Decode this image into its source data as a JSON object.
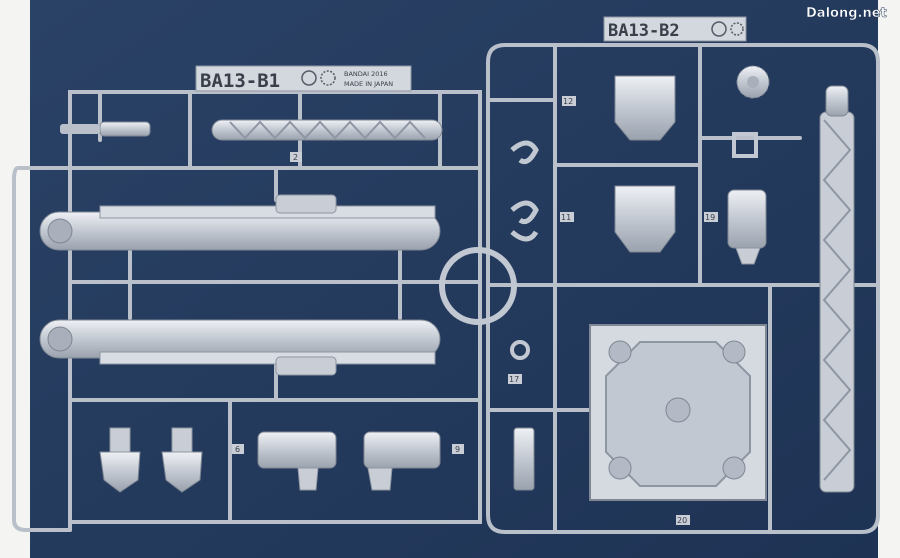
{
  "watermark": "Dalong.net",
  "sprue_a": {
    "code": "BA13-B1",
    "maker": "BANDAI 2016",
    "origin": "MADE IN JAPAN"
  },
  "sprue_b": {
    "code": "BA13-B2"
  },
  "part_numbers": {
    "n2": "2",
    "n6": "6",
    "n9": "9",
    "n11": "11",
    "n12": "12",
    "n17": "17",
    "n19": "19",
    "n20": "20"
  },
  "colors": {
    "mat": "#243b5e",
    "plastic": "#c9ced6",
    "plastic_edge": "#8e96a3",
    "plastic_light": "#e9ecf0"
  }
}
